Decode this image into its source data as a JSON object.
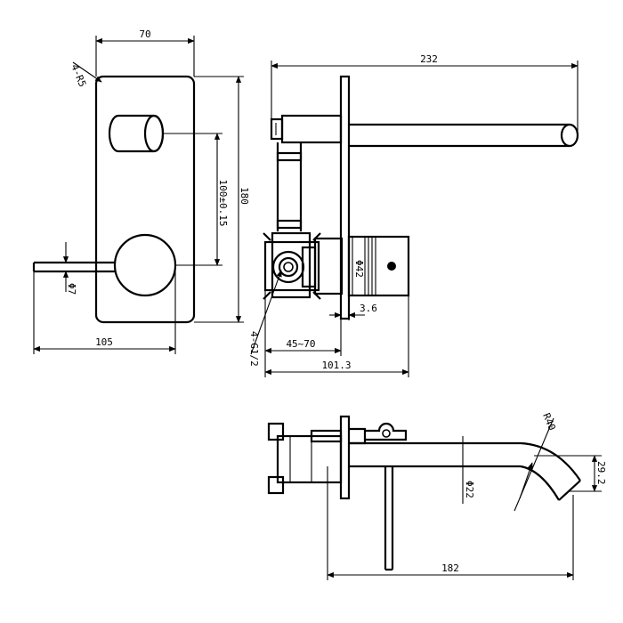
{
  "drawing": {
    "dimensions": {
      "plate_width": "70",
      "corner_radius": "4-R5",
      "plate_height": "180",
      "center_distance": "100±0.15",
      "handle_diameter": "Φ7",
      "handle_length": "105",
      "spout_length_top": "232",
      "body_diameter": "Φ42",
      "plate_thickness": "3.6",
      "inlet_thread": "4-G1/2",
      "depth_range": "45~70",
      "body_depth": "101.3",
      "spout_radius": "R40",
      "spout_drop": "29.2",
      "spout_diameter": "Φ22",
      "spout_length_bottom": "182"
    }
  }
}
